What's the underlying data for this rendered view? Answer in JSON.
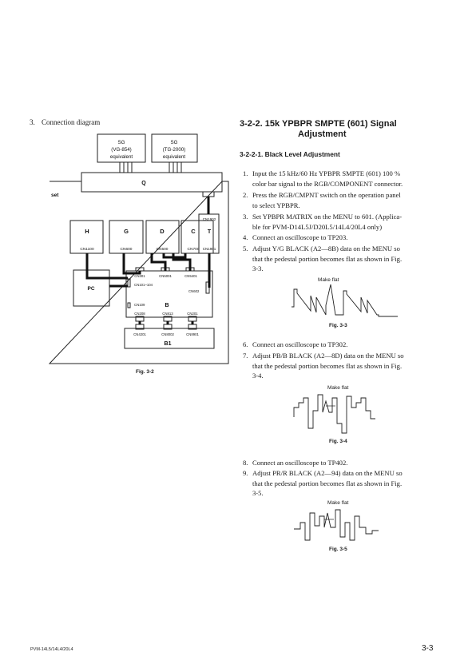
{
  "left": {
    "heading_num": "3.",
    "heading_text": "Connection diagram",
    "diagram": {
      "sg1": {
        "title": "SG",
        "model": "(VG-854)",
        "equiv": "equivalent"
      },
      "sg2": {
        "title": "SG",
        "model": "(TG-2000)",
        "equiv": "equivalent"
      },
      "q": "Q",
      "set": "set",
      "h": "H",
      "h_conn": "CN1100",
      "g": "G",
      "g_conn": "CN600",
      "d": "D",
      "d_conn": "CN500",
      "c": "C",
      "c_conn": "CN700",
      "t_top": "CN1902",
      "t": "T",
      "t_conn": "CN1901",
      "b_conns_top": [
        "CN301",
        "CN5001",
        "CN5401"
      ],
      "b_cn101": "CN101~104",
      "b_cn602": "CN602",
      "b_cn109": "CN109",
      "b": "B",
      "b_conns_bottom": [
        "CN208",
        "CN813",
        "CN201"
      ],
      "b1_conns": [
        "CN4201",
        "CN8002",
        "CN8901"
      ],
      "b1": "B1",
      "pc": "PC"
    },
    "fig_caption": "Fig. 3-2"
  },
  "right": {
    "section_title_line1": "3-2-2.  15k YPBPR SMPTE (601) Signal",
    "section_title_line2": "Adjustment",
    "subsection_title": "3-2-2-1. Black Level Adjustment",
    "steps": [
      {
        "num": "1.",
        "lines": [
          "Input the 15 kHz/60 Hz YPBPR SMPTE (601) 100 %",
          "color bar signal to the RGB/COMPONENT connector."
        ]
      },
      {
        "num": "2.",
        "lines": [
          "Press the RGB/CMPNT switch on the operation panel",
          "to select YPBPR."
        ]
      },
      {
        "num": "3.",
        "lines": [
          "Set YPBPR MATRIX on the MENU to 601. (Applica-",
          "ble for PVM-D14L5J/D20L5/14L4/20L4 only)"
        ]
      },
      {
        "num": "4.",
        "lines": [
          "Connect an oscilloscope to TP203."
        ]
      },
      {
        "num": "5.",
        "lines": [
          "Adjust Y/G BLACK (A2—8B) data on the MENU so",
          "that the pedestal portion becomes flat as shown in Fig.",
          "3-3."
        ]
      },
      {
        "num": "6.",
        "lines": [
          "Connect an oscilloscope to TP302."
        ]
      },
      {
        "num": "7.",
        "lines": [
          "Adjust PB/B BLACK (A2—8D) data on the MENU so",
          "that the pedestal portion becomes flat as shown in Fig.",
          "3-4."
        ]
      },
      {
        "num": "8.",
        "lines": [
          "Connect an oscilloscope to TP402."
        ]
      },
      {
        "num": "9.",
        "lines": [
          "Adjust PR/R BLACK (A2—94) data on the MENU so",
          "that the pedestal portion becomes flat as shown in Fig.",
          "3-5."
        ]
      }
    ],
    "figures": [
      {
        "label": "Make flat",
        "caption": "Fig. 3-3"
      },
      {
        "label": "Make flat",
        "caption": "Fig. 3-4"
      },
      {
        "label": "Make flat",
        "caption": "Fig. 3-5"
      }
    ]
  },
  "footer": {
    "model": "PVM-14L5/14L4/20L4",
    "page": "3-3"
  }
}
